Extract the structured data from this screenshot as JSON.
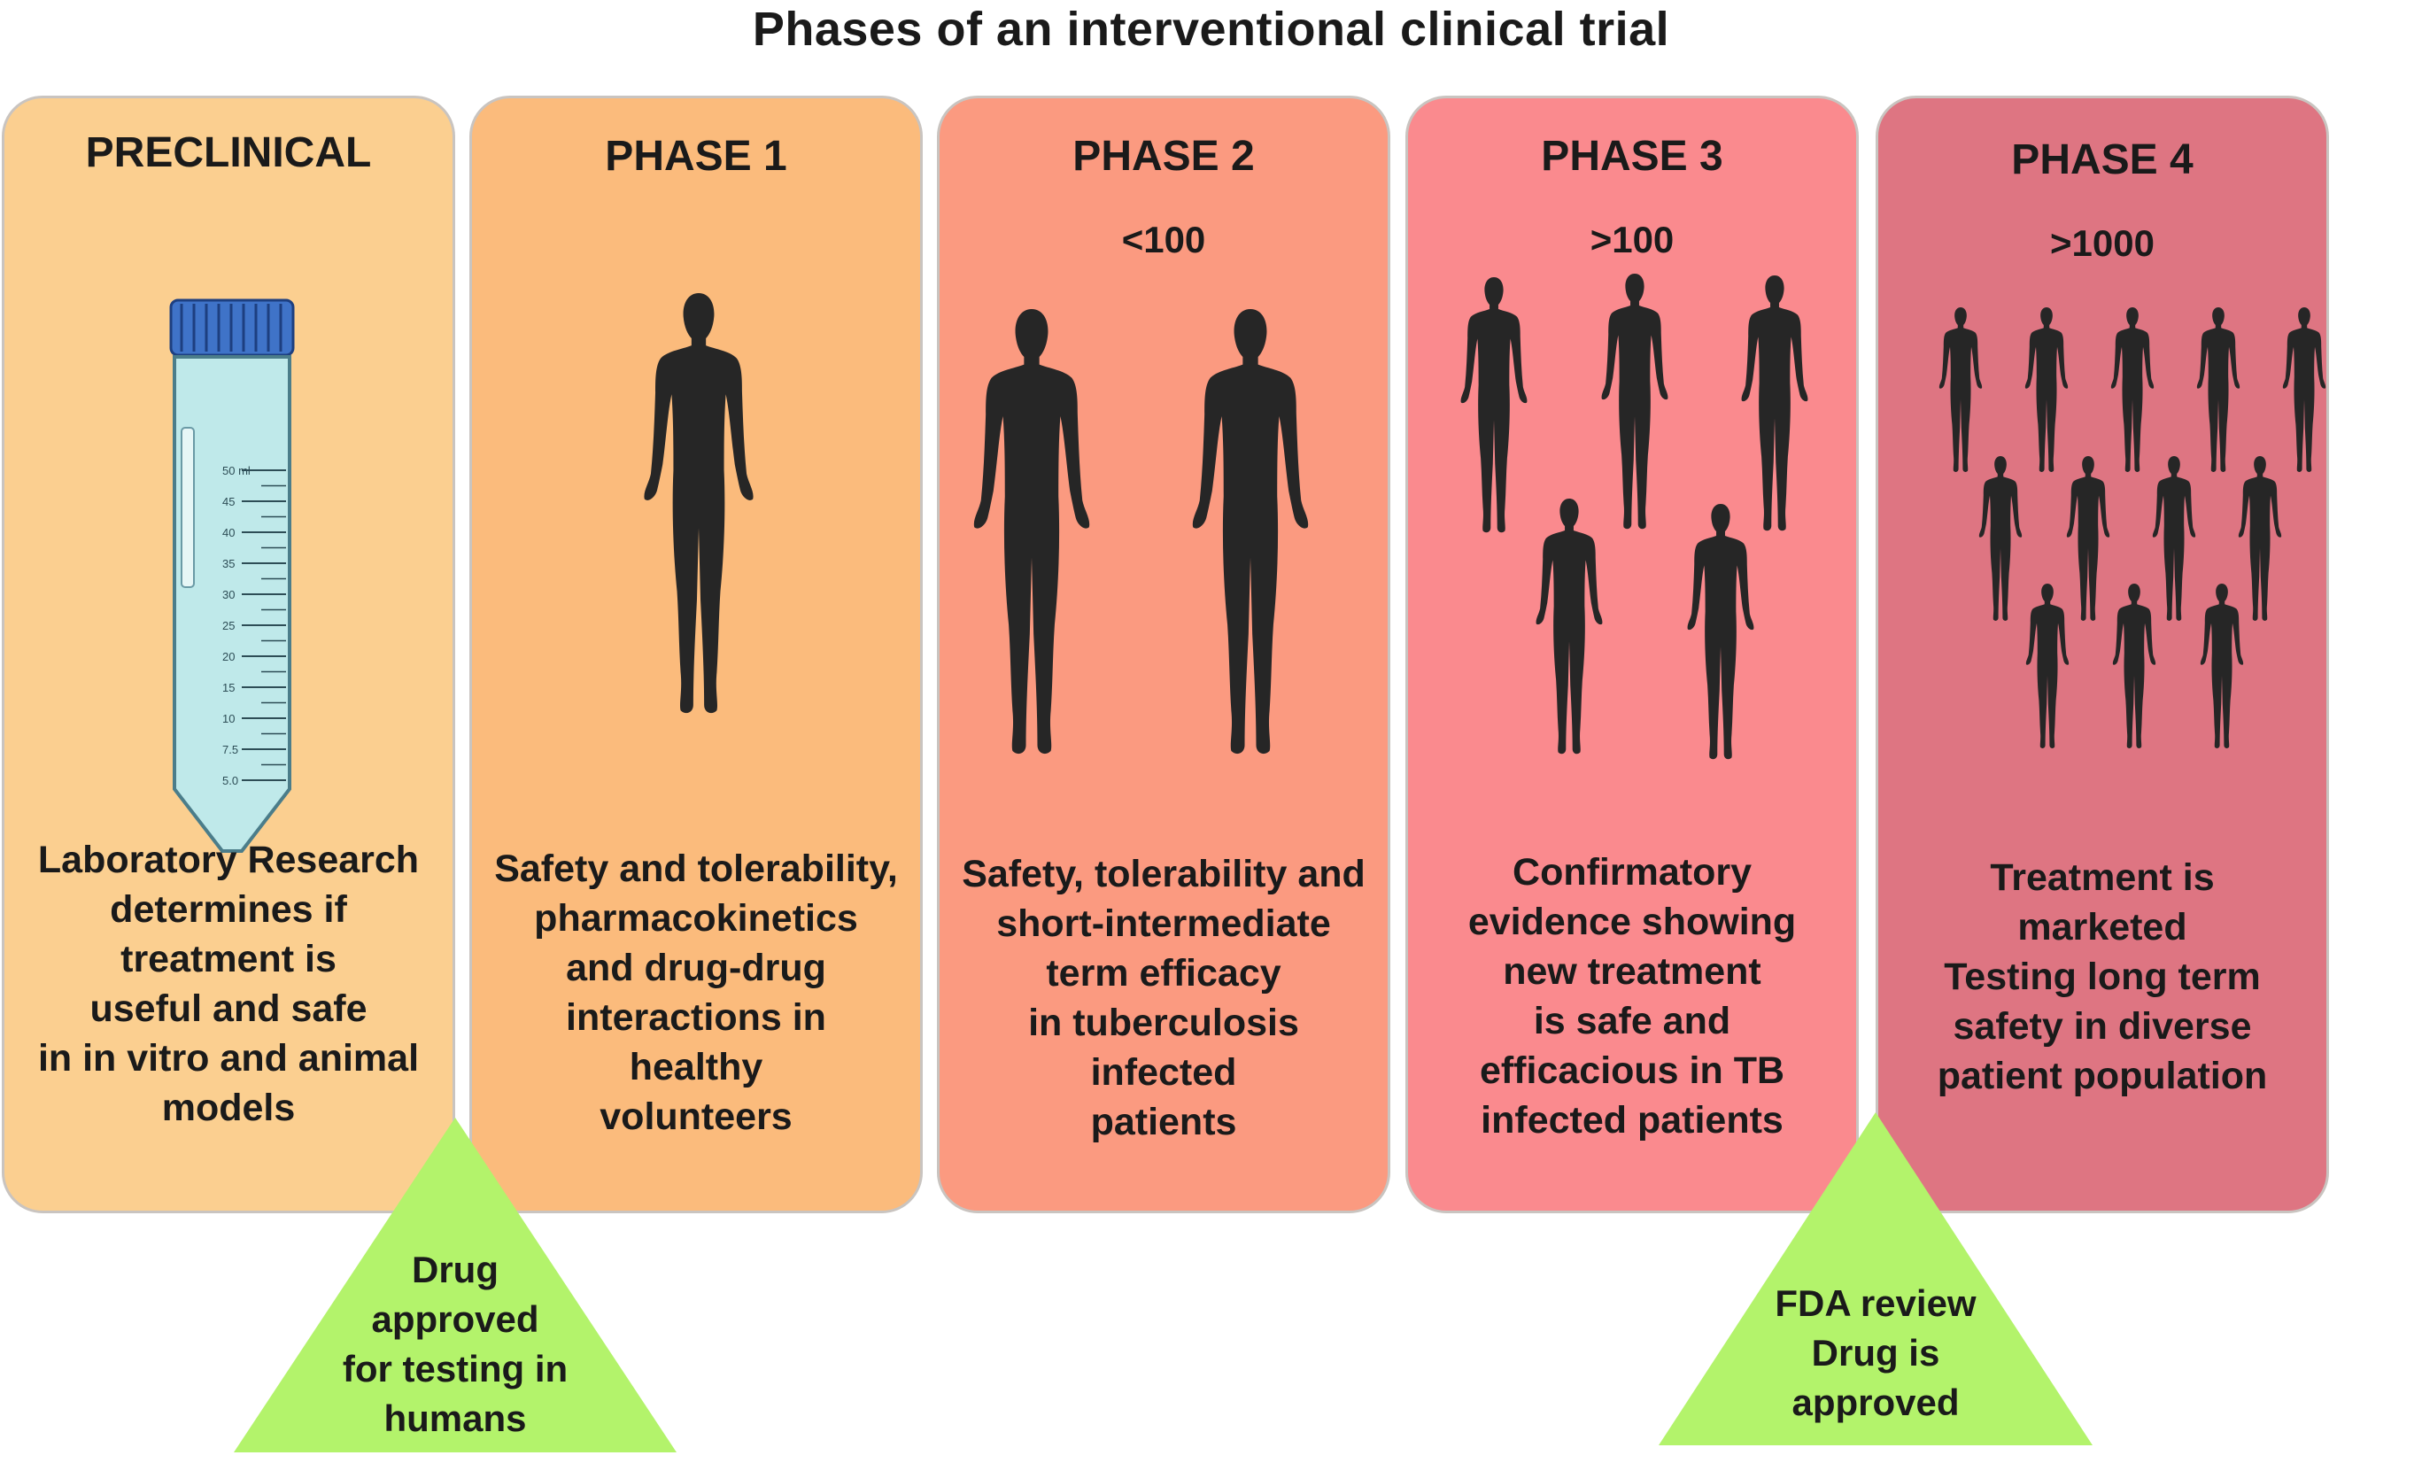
{
  "title": "Phases of an interventional clinical trial",
  "phases": [
    {
      "name": "PRECLINICAL",
      "count": "",
      "description": "Laboratory Research\ndetermines if\ntreatment is\nuseful and safe\nin in vitro and animal\nmodels",
      "color": "#fbcf90",
      "figures": 0
    },
    {
      "name": "PHASE 1",
      "count": "",
      "description": "Safety and tolerability,\npharmacokinetics\nand drug-drug\ninteractions in\nhealthy\nvolunteers",
      "color": "#fbbb7c",
      "figures": 1
    },
    {
      "name": "PHASE 2",
      "count": "<100",
      "description": "Safety, tolerability and\nshort-intermediate\nterm efficacy\nin tuberculosis\ninfected\npatients",
      "color": "#fb9a80",
      "figures": 2
    },
    {
      "name": "PHASE 3",
      "count": ">100",
      "description": "Confirmatory\nevidence showing\nnew treatment\nis safe and\nefficacious in TB\ninfected patients",
      "color": "#fa8a8e",
      "figures": 5
    },
    {
      "name": "PHASE 4",
      "count": ">1000",
      "description": "Treatment is\nmarketed\nTesting long term\nsafety in diverse\npatient population",
      "color": "#de7582",
      "figures": 12
    }
  ],
  "milestones": [
    {
      "text": "Drug\napproved\nfor testing in\nhumans",
      "color": "#b3f36b"
    },
    {
      "text": "FDA review\nDrug is\napproved",
      "color": "#b3f36b"
    }
  ],
  "tube_scale": [
    "50 ml",
    "45",
    "40",
    "35",
    "30",
    "25",
    "20",
    "15",
    "10",
    "7.5",
    "5.0"
  ],
  "tube_cap_color": "#3f73c8",
  "tube_liquid_color": "#bfe9ea",
  "figure_color": "#262626"
}
